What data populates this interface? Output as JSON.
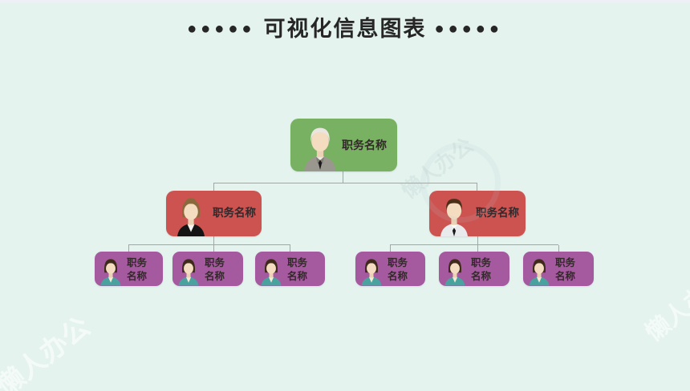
{
  "title": {
    "dots_left": "●●●●●",
    "text": "可视化信息图表",
    "dots_right": "●●●●●"
  },
  "colors": {
    "background": "#e4f3ee",
    "top_strip": "#edf1f6",
    "root_box": "#79b163",
    "manager_box": "#cd5351",
    "staff_box": "#a55aa0",
    "connector": "#9fa8a3",
    "title_text": "#262626",
    "box_text": "#33282a"
  },
  "org_chart": {
    "root": {
      "label": "职务名称",
      "avatar": "elderly-businessman-avatar"
    },
    "managers": [
      {
        "label": "职务名称",
        "avatar": "businesswoman-avatar"
      },
      {
        "label": "职务名称",
        "avatar": "businessman-avatar"
      }
    ],
    "staff": [
      {
        "label": "职务名称",
        "avatar": "woman-avatar"
      },
      {
        "label": "职务名称",
        "avatar": "woman-avatar"
      },
      {
        "label": "职务名称",
        "avatar": "woman-avatar"
      },
      {
        "label": "职务名称",
        "avatar": "woman-avatar"
      },
      {
        "label": "职务名称",
        "avatar": "woman-avatar"
      },
      {
        "label": "职务名称",
        "avatar": "woman-avatar"
      }
    ]
  },
  "watermark": {
    "text": "懒人办公"
  }
}
